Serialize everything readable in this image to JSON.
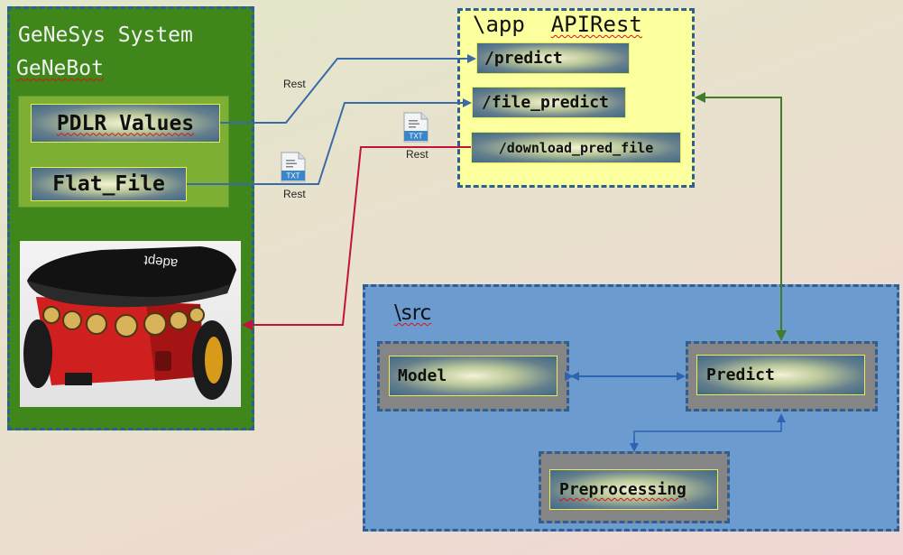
{
  "genebot": {
    "title_line1": "GeNeSys System",
    "title_line2": "GeNeBot",
    "field_pdlr": "PDLR Values",
    "field_flat": "Flat_File",
    "robot_brand": "adept"
  },
  "app": {
    "title_prefix": "\\app",
    "title_name": "APIRest",
    "endpoint_predict": "/predict",
    "endpoint_file_predict": "/file_predict",
    "endpoint_download": "/download_pred_file"
  },
  "src": {
    "title": "\\src",
    "model": "Model",
    "predict": "Predict",
    "preprocessing": "Preprocessing"
  },
  "edges": {
    "rest_1": "Rest",
    "rest_2": "Rest",
    "rest_3": "Rest",
    "txt_1": "TXT",
    "txt_2": "TXT"
  },
  "colors": {
    "genebot_bg": "#3f871a",
    "app_bg": "#fcff9e",
    "src_bg": "#6c9bd0",
    "blue_arrow": "#3a6aa8",
    "red_arrow": "#c0143c",
    "green_arrow": "#3f7d2a"
  }
}
